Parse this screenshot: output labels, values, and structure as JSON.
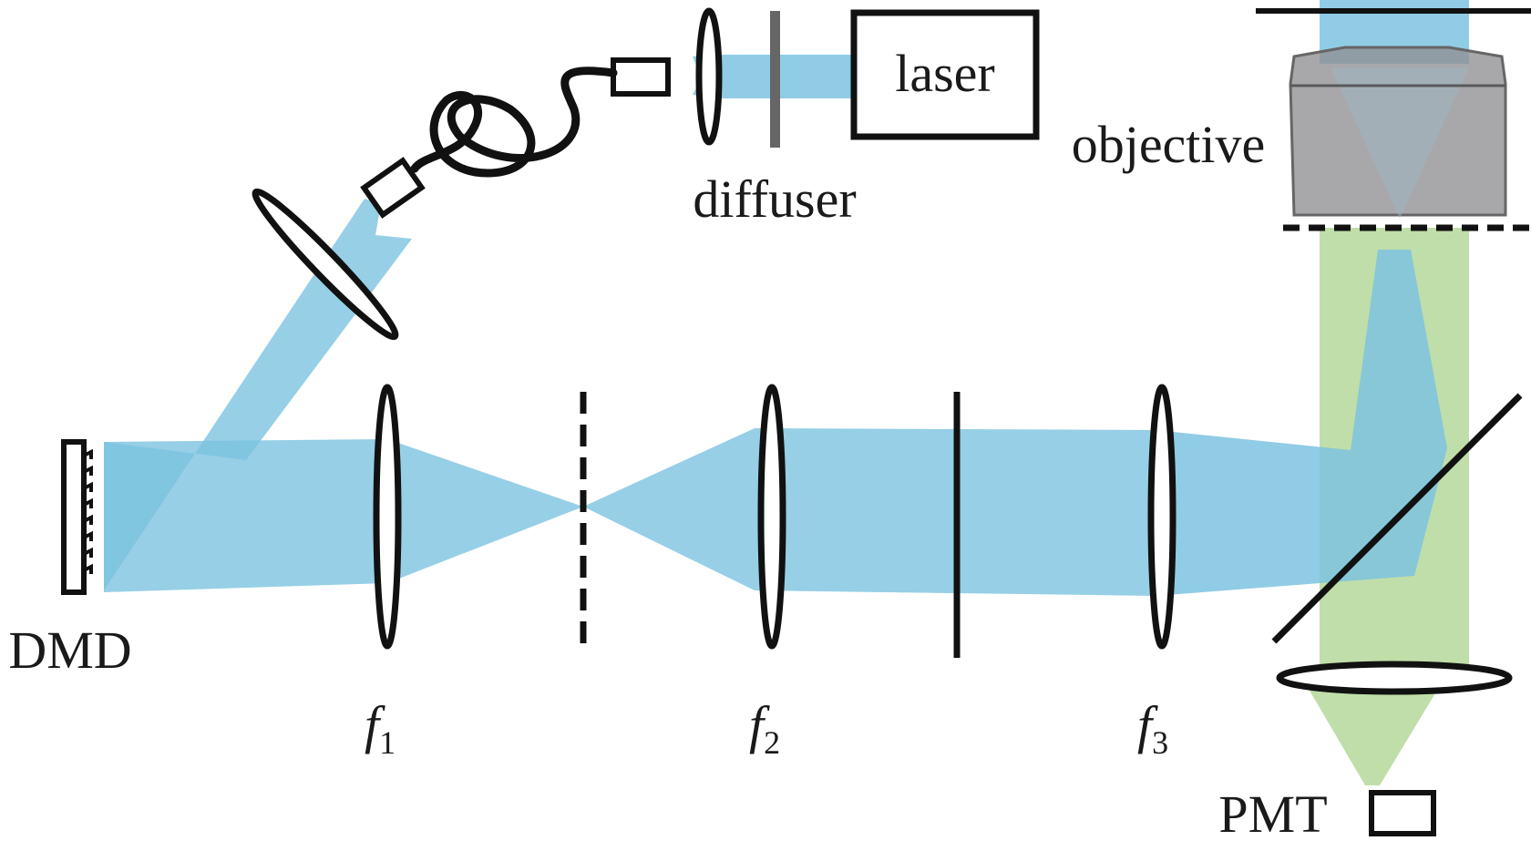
{
  "labels": {
    "laser": "laser",
    "diffuser": "diffuser",
    "objective": "objective",
    "dmd": "DMD",
    "pmt": "PMT",
    "f1": {
      "symbol": "f",
      "sub": "1"
    },
    "f2": {
      "symbol": "f",
      "sub": "2"
    },
    "f3": {
      "symbol": "f",
      "sub": "3"
    }
  },
  "colors": {
    "excitation_beam": "#7cc3e0",
    "emission_beam": "#b5d89a",
    "objective_body": "#8f8f93",
    "ink": "#111111"
  }
}
